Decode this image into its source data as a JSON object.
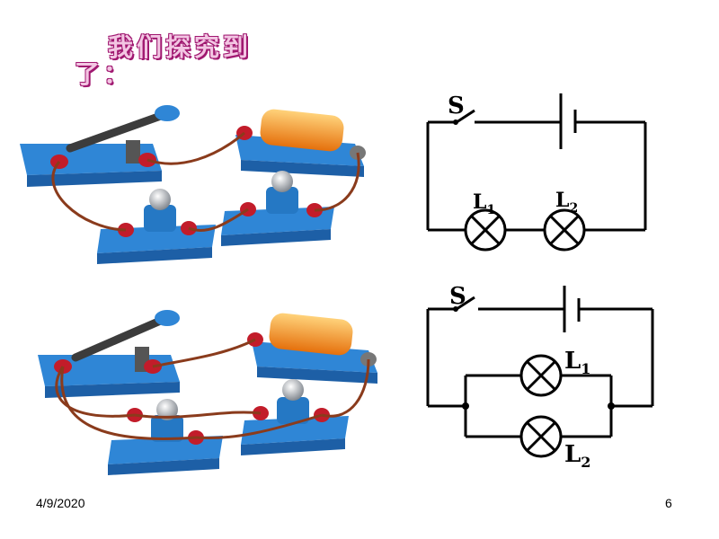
{
  "slide": {
    "title_line1": "我们探究到",
    "title_line2": "了：",
    "date": "4/9/2020",
    "page_number": "6"
  },
  "series_circuit": {
    "switch_label": "S",
    "lamp1_label": "L",
    "lamp1_sub": "1",
    "lamp2_label": "L",
    "lamp2_sub": "2"
  },
  "parallel_circuit": {
    "switch_label": "S",
    "lamp1_label": "L",
    "lamp1_sub": "1",
    "lamp2_label": "L",
    "lamp2_sub": "2"
  },
  "colors": {
    "base_blue": "#2f86d6",
    "terminal_red": "#c21c2a",
    "wire_brown": "#8a3b1c",
    "battery_orange": "#f28a1c",
    "title_pink": "#f3c6e3",
    "title_outline": "#a01870"
  }
}
